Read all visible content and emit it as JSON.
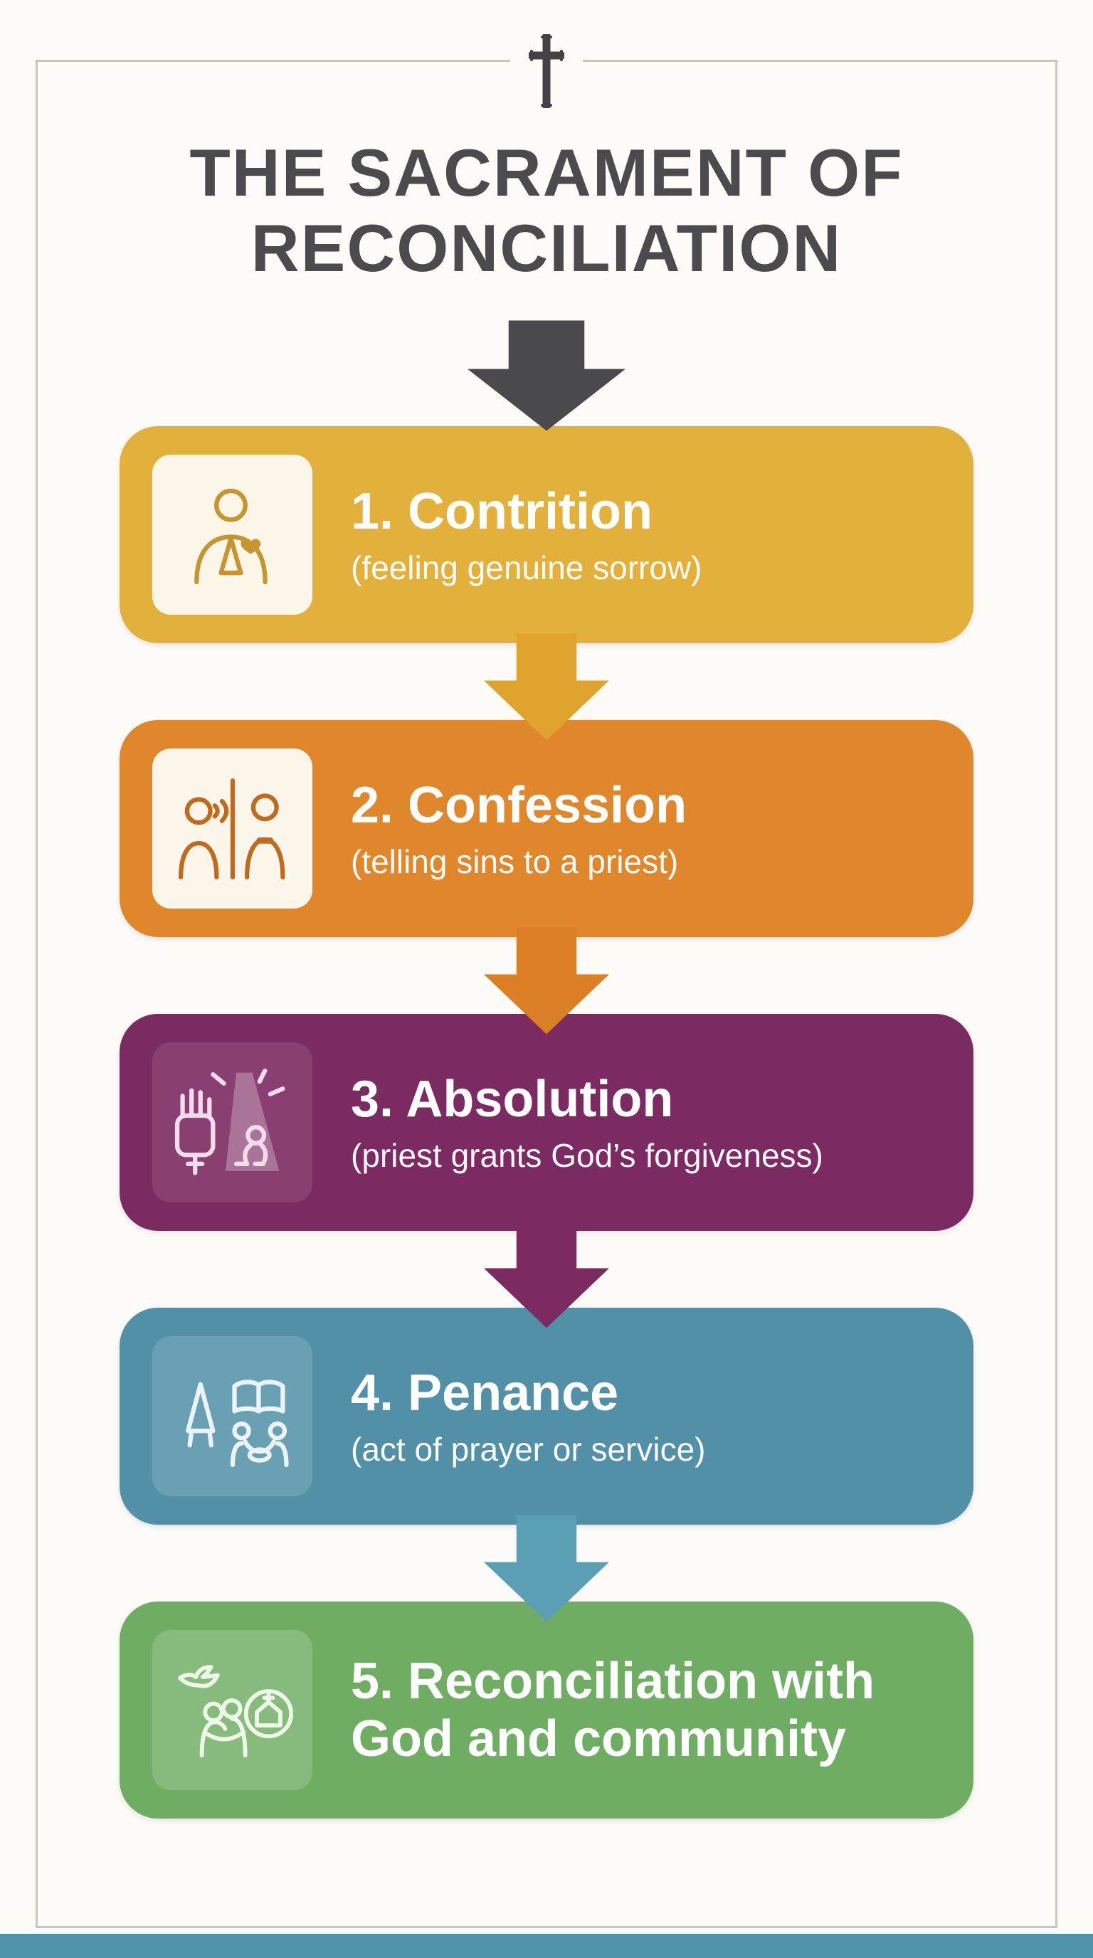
{
  "header": {
    "cross_icon": "latin-cross-icon",
    "title_line1": "THE SACRAMENT OF",
    "title_line2": "RECONCILIATION",
    "flow_arrow_color": "#4A4A4C"
  },
  "steps": [
    {
      "title": "1. Contrition",
      "subtitle": "(feeling genuine sorrow)",
      "box_color": "#E3B13B",
      "arrow_color": "#E0A42E",
      "icon": "praying-person-icon"
    },
    {
      "title": "2. Confession",
      "subtitle": "(telling sins to a priest)",
      "box_color": "#E0872C",
      "arrow_color": "#DA7F24",
      "icon": "confession-to-priest-icon"
    },
    {
      "title": "3. Absolution",
      "subtitle": "(priest grants God’s forgiveness)",
      "box_color": "#7C2A62",
      "arrow_color": "#7C2A62",
      "icon": "blessing-hand-icon"
    },
    {
      "title": "4. Penance",
      "subtitle": "(act of prayer or service)",
      "box_color": "#5190A7",
      "arrow_color": "#5B9FB4",
      "icon": "prayer-and-service-icon"
    },
    {
      "title": "5. Reconciliation with God and community",
      "subtitle": "",
      "box_color": "#6FAD63",
      "arrow_color": "",
      "icon": "dove-embrace-church-icon"
    }
  ],
  "footer": {
    "strip_color": "#4E93AB"
  }
}
